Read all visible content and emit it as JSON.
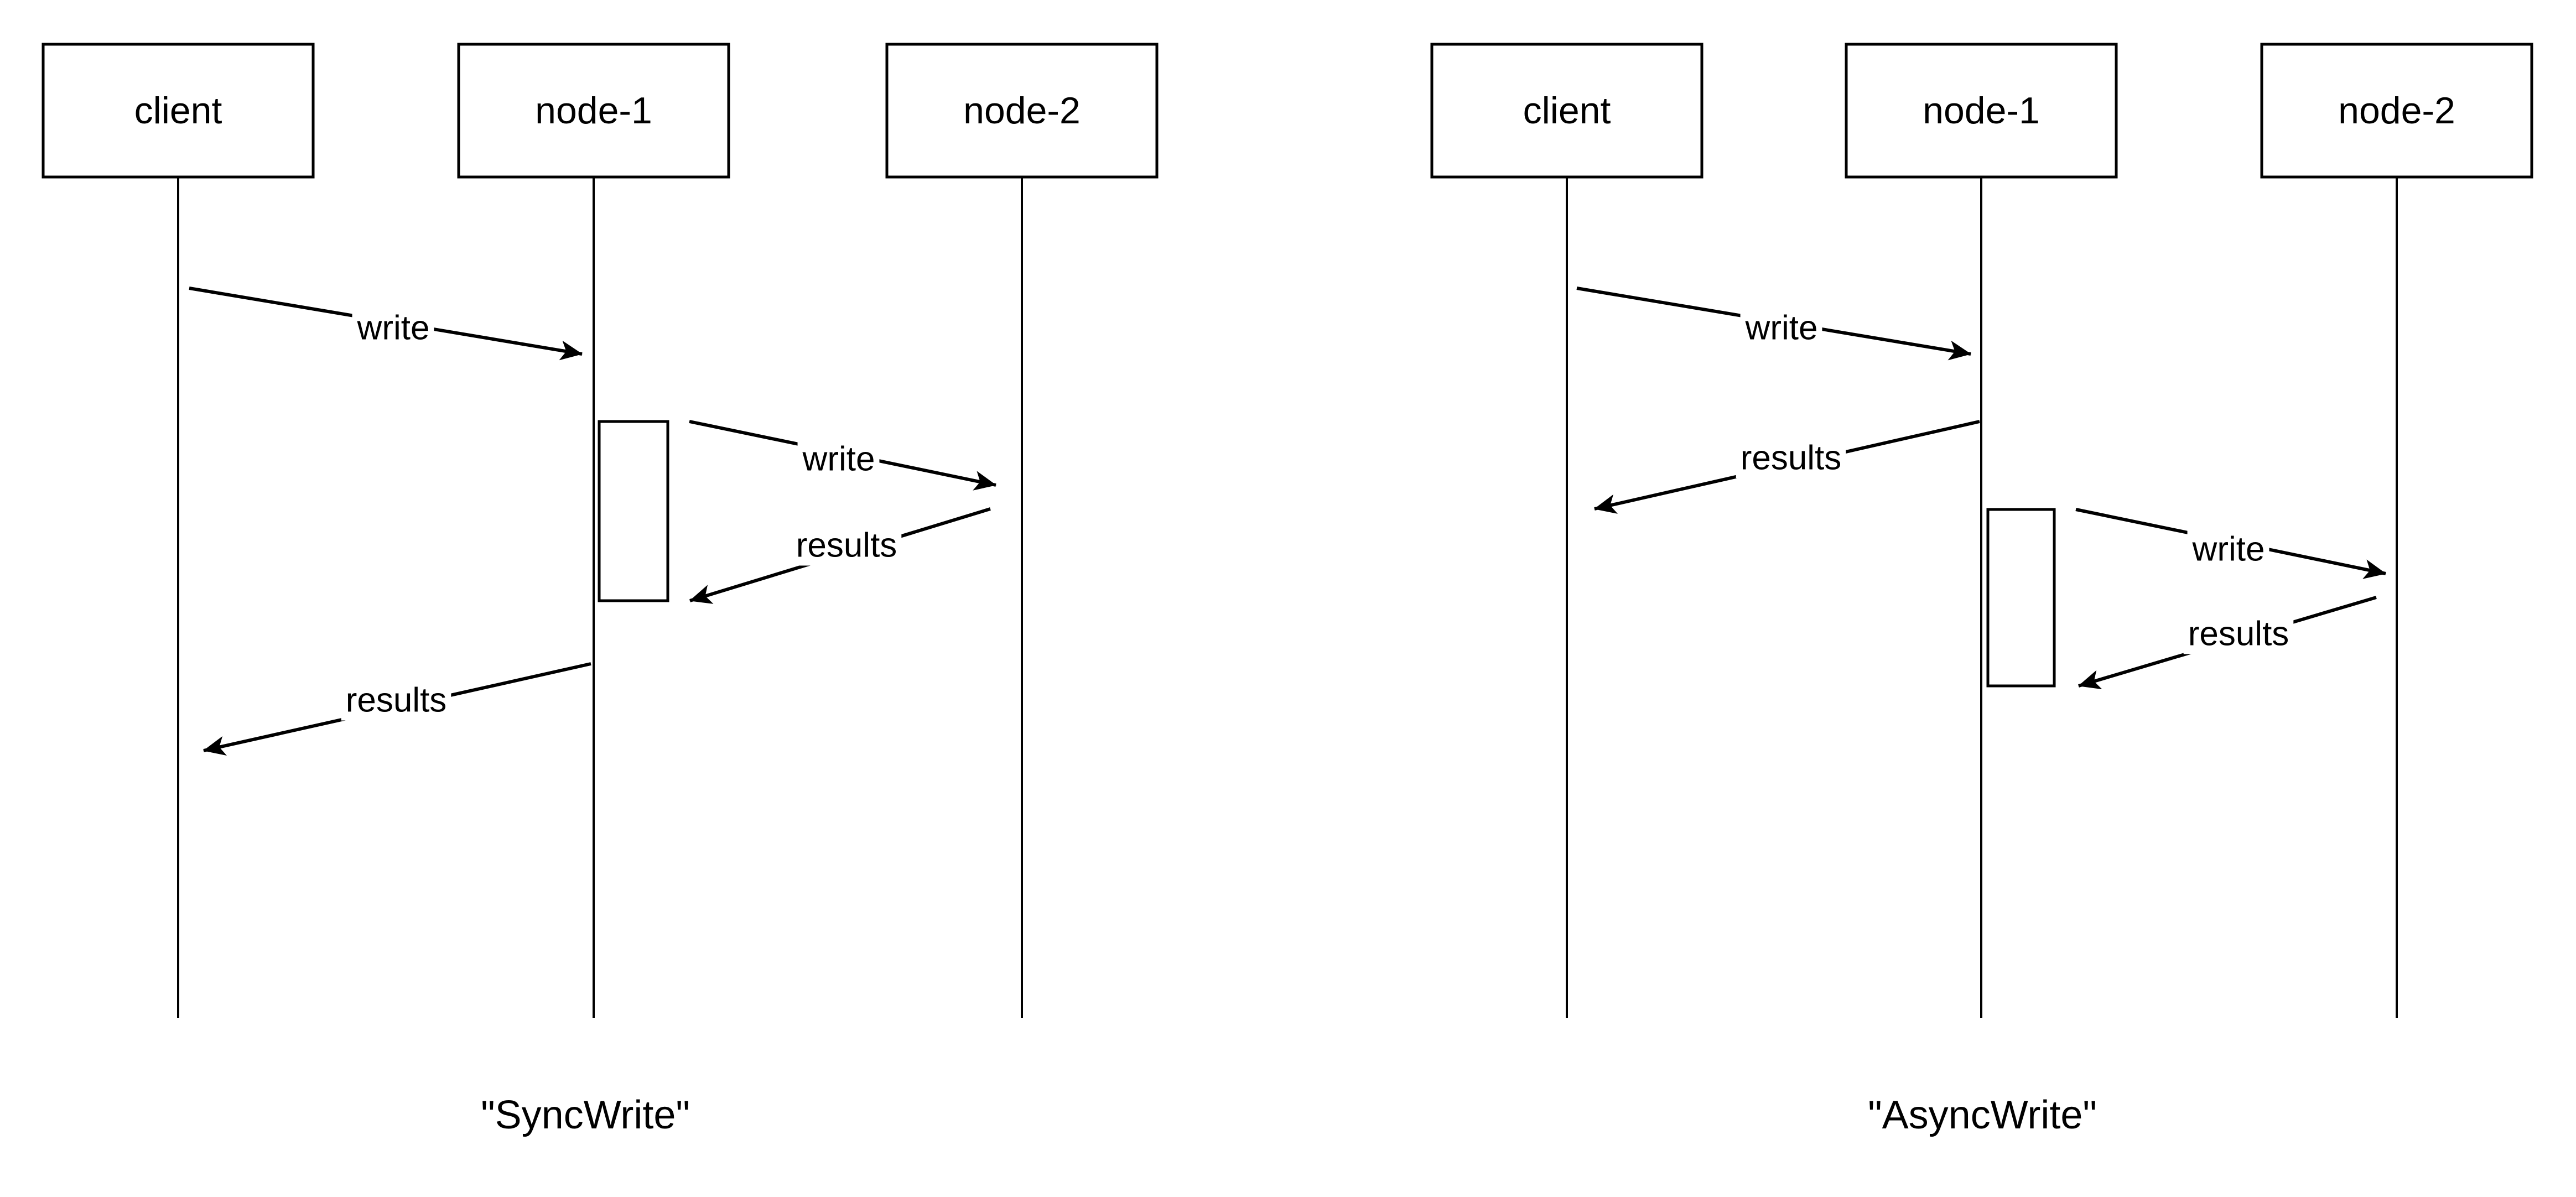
{
  "page": {
    "background_color": "#ffffff",
    "line_color": "#000000",
    "text_color": "#000000"
  },
  "diagrams": [
    {
      "id": "sync-write",
      "caption": "\"SyncWrite\"",
      "actors": [
        {
          "name": "client"
        },
        {
          "name": "node-1"
        },
        {
          "name": "node-2"
        }
      ],
      "activation": {
        "actor": "node-1"
      },
      "messages": [
        {
          "label": "write",
          "from": "client",
          "to": "node-1"
        },
        {
          "label": "write",
          "from": "node-1",
          "to": "node-2"
        },
        {
          "label": "results",
          "from": "node-2",
          "to": "node-1"
        },
        {
          "label": "results",
          "from": "node-1",
          "to": "client"
        }
      ]
    },
    {
      "id": "async-write",
      "caption": "\"AsyncWrite\"",
      "actors": [
        {
          "name": "client"
        },
        {
          "name": "node-1"
        },
        {
          "name": "node-2"
        }
      ],
      "activation": {
        "actor": "node-1"
      },
      "messages": [
        {
          "label": "write",
          "from": "client",
          "to": "node-1"
        },
        {
          "label": "results",
          "from": "node-1",
          "to": "client"
        },
        {
          "label": "write",
          "from": "node-1",
          "to": "node-2"
        },
        {
          "label": "results",
          "from": "node-2",
          "to": "node-1"
        }
      ]
    }
  ]
}
